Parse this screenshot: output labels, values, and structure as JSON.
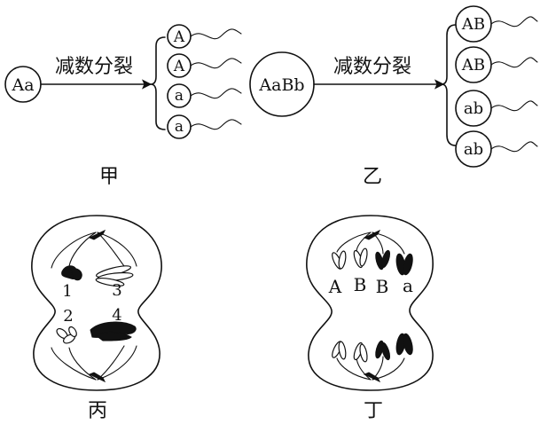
{
  "jia": {
    "parent": "Aa",
    "process": "减数分裂",
    "gametes": [
      "A",
      "A",
      "a",
      "a"
    ],
    "caption": "甲"
  },
  "yi": {
    "parent": "AaBb",
    "process": "减数分裂",
    "gametes": [
      "AB",
      "AB",
      "ab",
      "ab"
    ],
    "caption": "乙"
  },
  "bing": {
    "chromosome_numbers": [
      "1",
      "3",
      "2",
      "4"
    ],
    "caption": "丙"
  },
  "ding": {
    "gene_labels": [
      "A",
      "B",
      "B",
      "a"
    ],
    "caption": "丁"
  }
}
